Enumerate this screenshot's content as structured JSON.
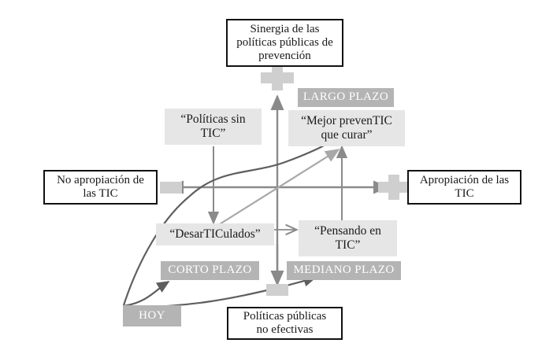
{
  "diagram": {
    "title_top": "Sinergia de las\npolíticas públicas de\nprevención",
    "axis": {
      "x_left_label": "No apropiación de\nlas TIC",
      "x_right_label": "Apropiación de las\nTIC",
      "minus_symbol_left": "minus-symbol",
      "plus_symbol_right": "plus-symbol",
      "plus_symbol_top": "plus-symbol",
      "minus_symbol_bottom": "minus-symbol"
    },
    "quadrants": [
      {
        "id": "politicas-sin-tic",
        "label": "“Políticas sin\nTIC”"
      },
      {
        "id": "mejor-prevenir",
        "label": "“Mejor prevenTIC\nque curar”"
      },
      {
        "id": "desarticulados",
        "label": "“DesarTICulados”"
      },
      {
        "id": "pensando-en-tic",
        "label": "“Pensando en\nTIC”"
      }
    ],
    "time_badges": [
      {
        "id": "largo-plazo",
        "label": "LARGO PLAZO"
      },
      {
        "id": "corto-plazo",
        "label": "CORTO PLAZO"
      },
      {
        "id": "mediano-plazo",
        "label": "MEDIANO PLAZO"
      },
      {
        "id": "hoy",
        "label": "HOY"
      }
    ],
    "bottom_box": "Políticas públicas\nno efectivas",
    "colors": {
      "badge_gray": "#b4b4b4",
      "soft_gray": "#e6e6e6",
      "symbol_gray": "#cfcfcf",
      "axis_gray": "#8a8a8a",
      "curve_dark": "#4a4a4a",
      "diagonal_gray": "#a8a8a8",
      "text_dark": "#1a1a1a",
      "box_border": "#111111"
    }
  }
}
